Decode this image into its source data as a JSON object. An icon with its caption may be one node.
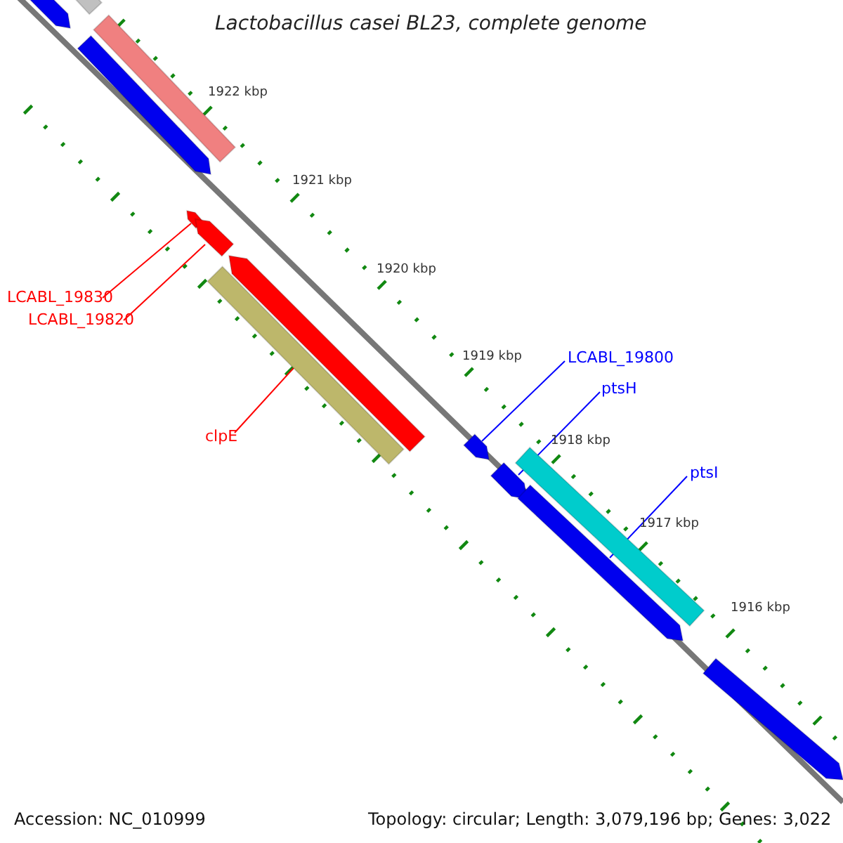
{
  "diagram": {
    "title": "Lactobacillus casei BL23, complete genome",
    "nodes": [
      {
        "text": [
          "LCABL_19830"
        ]
      },
      {
        "text": [
          "LCABL_19820"
        ]
      },
      {
        "text": [
          "clpE"
        ]
      },
      {
        "text": [
          "LCABL_19800"
        ]
      },
      {
        "text": [
          "ptsH"
        ]
      },
      {
        "text": [
          "ptsI"
        ]
      },
      {
        "text": [],
        "shape": "bar"
      },
      {
        "text": [],
        "shape": "bar"
      },
      {
        "text": [],
        "shape": "bar"
      },
      {
        "text": [],
        "shape": "bar"
      },
      {
        "text": [],
        "shape": "bar"
      },
      {
        "text": [],
        "shape": "bar"
      },
      {
        "text": [],
        "shape": "bar"
      },
      {
        "text": [],
        "shape": "bar"
      },
      {
        "text": [],
        "shape": "bar"
      },
      {
        "text": [],
        "shape": "bar"
      },
      {
        "text": [],
        "shape": "bar"
      },
      {
        "text": [],
        "shape": "bar"
      },
      {
        "text": [],
        "shape": "bar"
      }
    ],
    "edges": [
      {
        "from": 0,
        "to": 10,
        "arrow": "none",
        "color": "#ff0000"
      },
      {
        "from": 1,
        "to": 11,
        "arrow": "none",
        "color": "#ff0000"
      },
      {
        "from": 2,
        "to": 12,
        "arrow": "none",
        "color": "#ff0000"
      },
      {
        "from": 3,
        "to": 14,
        "arrow": "none",
        "color": "#0000ff"
      },
      {
        "from": 4,
        "to": 16,
        "arrow": "none",
        "color": "#0000ff"
      },
      {
        "from": 5,
        "to": 17,
        "arrow": "none",
        "color": "#0000ff"
      }
    ],
    "labels": [
      "1922 kbp",
      "1921 kbp",
      "1920 kbp",
      "1919 kbp",
      "1918 kbp",
      "1917 kbp",
      "1916 kbp",
      "Accession: NC_010999",
      "Topology: circular; Length: 3,079,196 bp; Genes: 3,022"
    ]
  }
}
